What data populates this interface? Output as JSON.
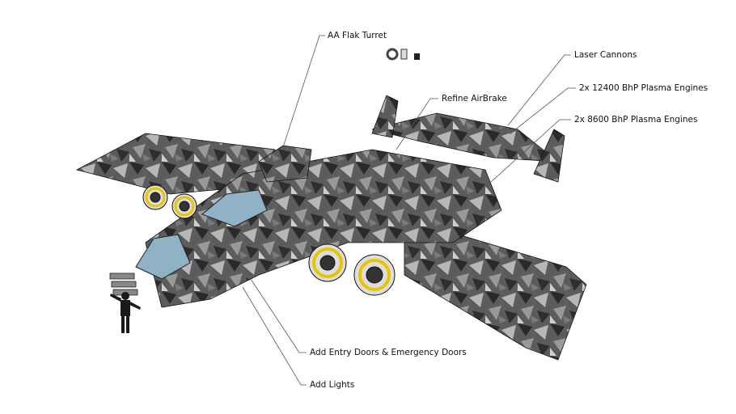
{
  "annotations": {
    "aa_flak_turret": "AA Flak Turret",
    "laser_cannons": "Laser Cannons",
    "refine_airbrake": "Refine AirBrake",
    "engines_12400": "2x 12400 BhP Plasma Engines",
    "engines_8600": "2x 8600 BhP Plasma Engines",
    "entry_doors": "Add Entry Doors & Emergency Doors",
    "add_lights": "Add Lights"
  },
  "colors": {
    "camo_dark": "#2b2b2b",
    "camo_mid": "#6a6a6a",
    "camo_light": "#b5b5b5",
    "engine_ring": "#e8c400",
    "canopy": "#8fb3c4",
    "leader_line": "#555555"
  }
}
